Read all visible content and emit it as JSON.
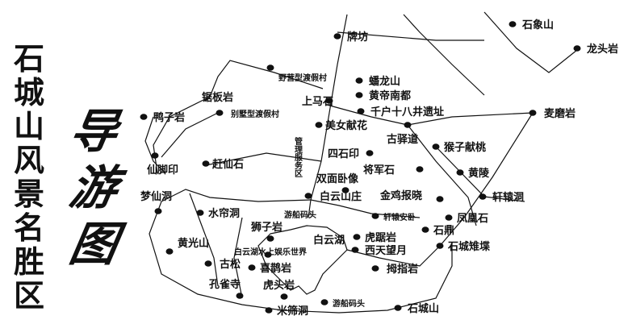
{
  "title": {
    "chars": [
      "石",
      "城",
      "山",
      "风",
      "景",
      "名",
      "胜",
      "区"
    ]
  },
  "guide": {
    "chars": [
      "导",
      "游",
      "图"
    ]
  },
  "colors": {
    "ink": "#111111",
    "background": "#ffffff"
  },
  "places": [
    {
      "id": "shixiangshan",
      "label": "石象山",
      "marker": true
    },
    {
      "id": "longtoushan",
      "label": "龙头岩",
      "marker": true
    },
    {
      "id": "paifang",
      "label": "牌坊",
      "marker": true
    },
    {
      "id": "yeying",
      "label": "野营型渡假村",
      "marker": true
    },
    {
      "id": "panlongshan",
      "label": "蟠龙山",
      "marker": true
    },
    {
      "id": "huangdi",
      "label": "黄帝南都",
      "marker": true
    },
    {
      "id": "juban",
      "label": "锯板岩",
      "marker": false
    },
    {
      "id": "bieshu",
      "label": "别墅型渡假村",
      "marker": true
    },
    {
      "id": "shangmashi",
      "label": "上马石",
      "marker": true
    },
    {
      "id": "qianhu",
      "label": "千户十八井遗址",
      "marker": true
    },
    {
      "id": "mapoyan",
      "label": "麦磨岩",
      "marker": true
    },
    {
      "id": "yazi",
      "label": "鸭子岩",
      "marker": true
    },
    {
      "id": "meinv",
      "label": "美女献花",
      "marker": true
    },
    {
      "id": "guyidao",
      "label": "古驿道",
      "marker": true
    },
    {
      "id": "houzi",
      "label": "猴子献桃",
      "marker": true
    },
    {
      "id": "sishiyin",
      "label": "四石印",
      "marker": true
    },
    {
      "id": "guanli",
      "label": "管理服务区",
      "marker": false
    },
    {
      "id": "xianjiao",
      "label": "仙脚印",
      "marker": true
    },
    {
      "id": "ganxian",
      "label": "赶仙石",
      "marker": true
    },
    {
      "id": "jiangjun",
      "label": "将军石",
      "marker": true
    },
    {
      "id": "huangling",
      "label": "黄陵",
      "marker": true
    },
    {
      "id": "shuangmian",
      "label": "双面卧像",
      "marker": true
    },
    {
      "id": "baiyunshanzhuang",
      "label": "白云山庄",
      "marker": true
    },
    {
      "id": "jinji",
      "label": "金鸡报晓",
      "marker": true
    },
    {
      "id": "xuanyuandong",
      "label": "轩辕洞",
      "marker": true
    },
    {
      "id": "mengxian",
      "label": "梦仙洞",
      "marker": true
    },
    {
      "id": "shuilian",
      "label": "水帘洞",
      "marker": true
    },
    {
      "id": "youchuan1",
      "label": "游船码头",
      "marker": false
    },
    {
      "id": "xuanyuananwo",
      "label": "轩辕安卧",
      "marker": true
    },
    {
      "id": "fenghuang",
      "label": "凤凰石",
      "marker": true
    },
    {
      "id": "shizi",
      "label": "狮子岩",
      "marker": true
    },
    {
      "id": "shiding",
      "label": "石鼎",
      "marker": true
    },
    {
      "id": "hulu",
      "label": "虎踞岩",
      "marker": true
    },
    {
      "id": "baiyunhu",
      "label": "白云湖",
      "marker": false
    },
    {
      "id": "shichengdie",
      "label": "石城雉堞",
      "marker": true
    },
    {
      "id": "huangguang",
      "label": "黄光山",
      "marker": true
    },
    {
      "id": "yule",
      "label": "白云湖水上娱乐世界",
      "marker": true
    },
    {
      "id": "xitian",
      "label": "西天望月",
      "marker": true
    },
    {
      "id": "gusong",
      "label": "古松",
      "marker": true
    },
    {
      "id": "xique",
      "label": "喜鹊岩",
      "marker": true
    },
    {
      "id": "muzhi",
      "label": "拇指岩",
      "marker": true
    },
    {
      "id": "kongque",
      "label": "孔雀寺",
      "marker": true
    },
    {
      "id": "hutou",
      "label": "虎头岩",
      "marker": true
    },
    {
      "id": "youchuan2",
      "label": "游船码头",
      "marker": true
    },
    {
      "id": "mishai",
      "label": "米筛洞",
      "marker": true
    },
    {
      "id": "shichengshan",
      "label": "石城山",
      "marker": true
    }
  ]
}
